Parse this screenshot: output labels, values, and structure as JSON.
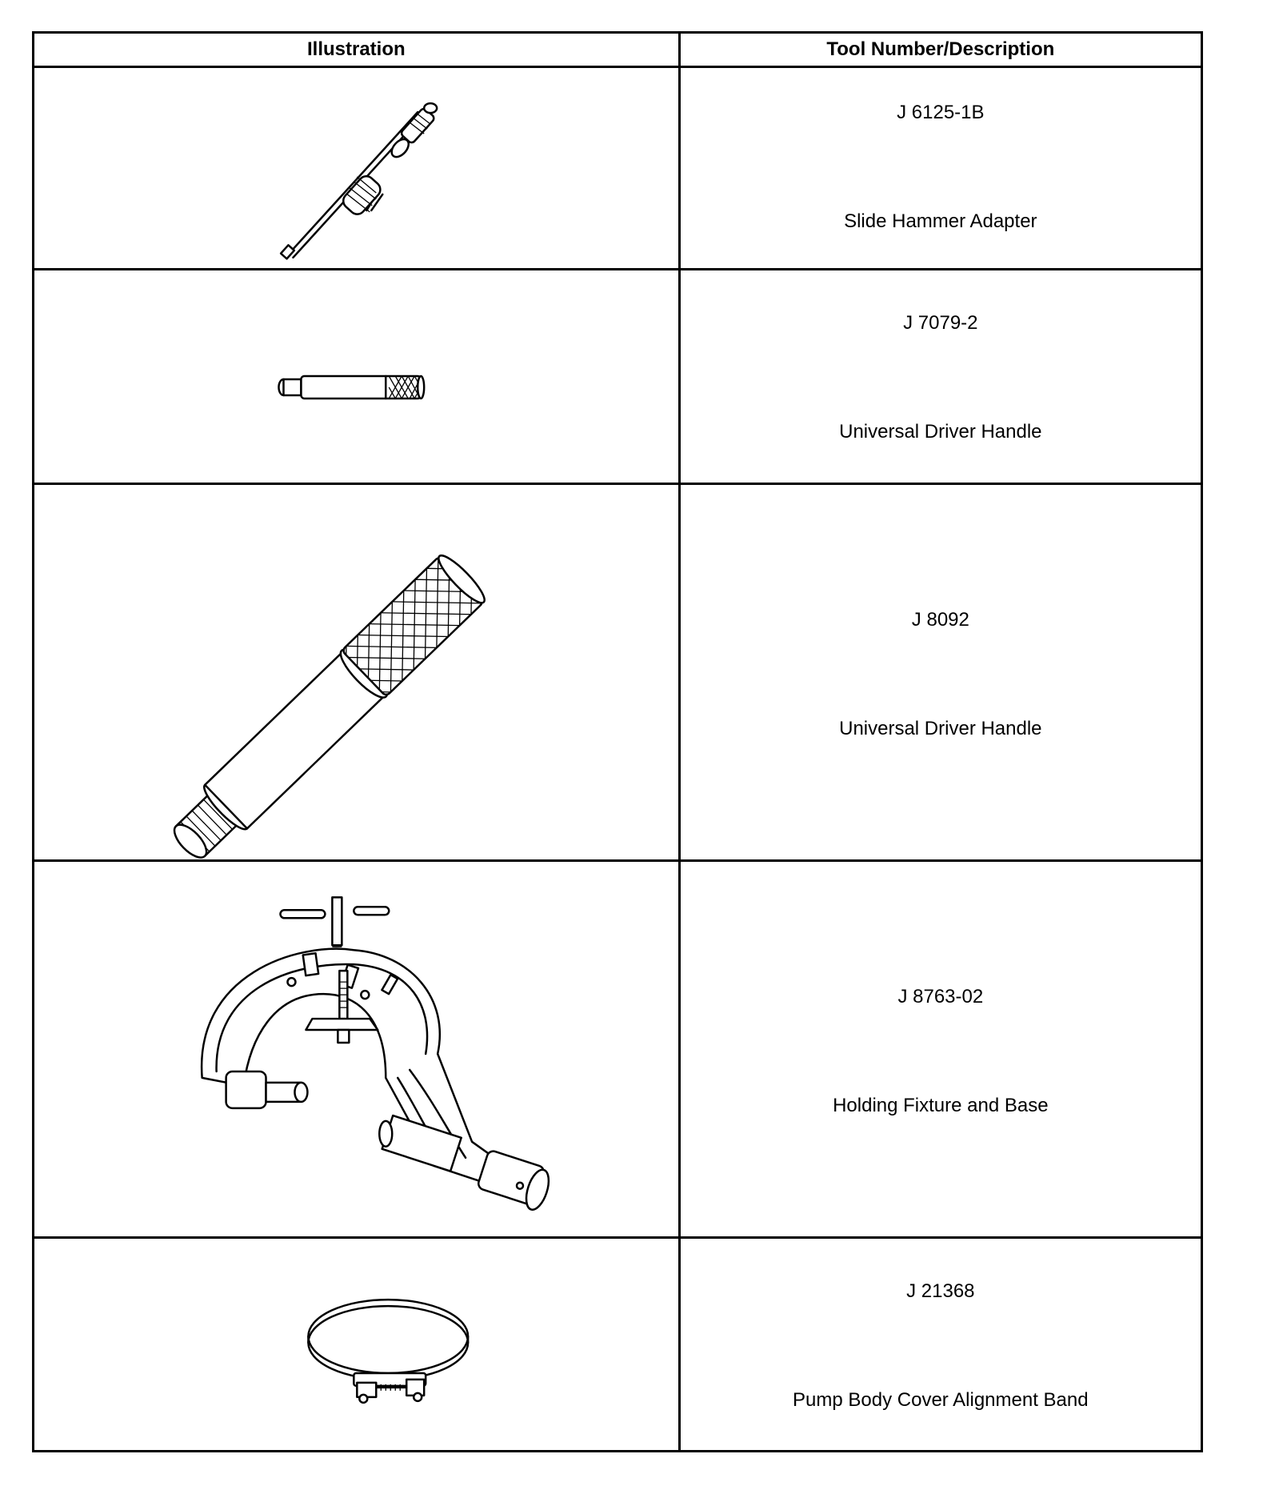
{
  "table": {
    "headers": {
      "illustration": "Illustration",
      "tool": "Tool Number/Description"
    },
    "rows": [
      {
        "number": "J 6125-1B",
        "description": "Slide Hammer Adapter",
        "icon": "slide-hammer-adapter-icon"
      },
      {
        "number": "J 7079-2",
        "description": "Universal Driver Handle",
        "icon": "small-driver-handle-icon"
      },
      {
        "number": "J 8092",
        "description": "Universal Driver Handle",
        "icon": "large-driver-handle-icon"
      },
      {
        "number": "J 8763-02",
        "description": "Holding Fixture and Base",
        "icon": "holding-fixture-icon"
      },
      {
        "number": "J 21368",
        "description": "Pump Body Cover Alignment Band",
        "icon": "alignment-band-icon"
      }
    ]
  }
}
